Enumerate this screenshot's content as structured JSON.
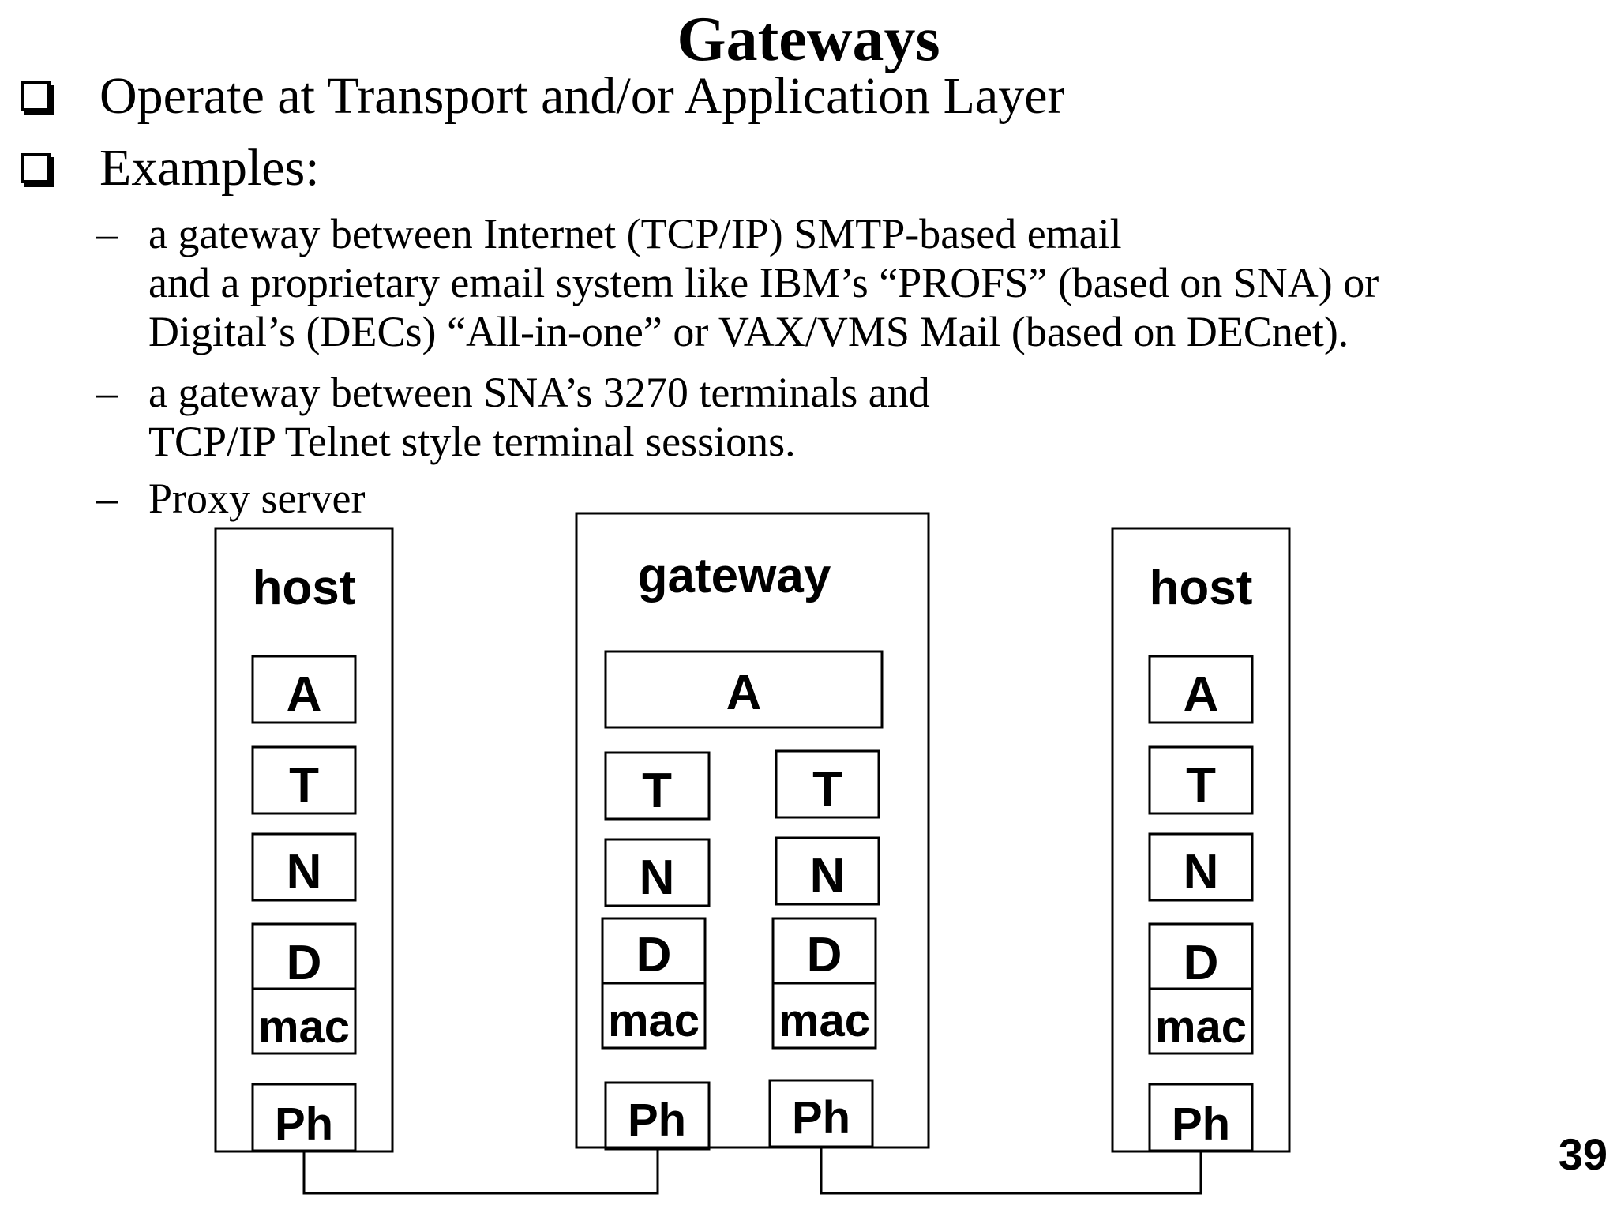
{
  "slide": {
    "title": "Gateways",
    "bullets": [
      "Operate at Transport and/or Application Layer",
      "Examples:"
    ],
    "sub_bullets": [
      {
        "dash": "–",
        "lines": [
          "a gateway between Internet (TCP/IP) SMTP-based email",
          "and a proprietary email system like IBM’s “PROFS” (based on SNA) or",
          "Digital’s (DECs) “All-in-one” or VAX/VMS Mail (based on DECnet)."
        ]
      },
      {
        "dash": "–",
        "lines": [
          "a gateway between SNA’s 3270 terminals and",
          "TCP/IP Telnet style terminal sessions."
        ]
      },
      {
        "dash": "–",
        "lines": [
          "Proxy server"
        ]
      }
    ],
    "page_number": "39"
  },
  "diagram": {
    "left_host": {
      "label": "host",
      "layers": {
        "a": "A",
        "t": "T",
        "n": "N",
        "d": "D",
        "mac": "mac",
        "ph": "Ph"
      }
    },
    "gateway": {
      "label": "gateway",
      "application": "A",
      "left_stack": {
        "t": "T",
        "n": "N",
        "d": "D",
        "mac": "mac",
        "ph": "Ph"
      },
      "right_stack": {
        "t": "T",
        "n": "N",
        "d": "D",
        "mac": "mac",
        "ph": "Ph"
      }
    },
    "right_host": {
      "label": "host",
      "layers": {
        "a": "A",
        "t": "T",
        "n": "N",
        "d": "D",
        "mac": "mac",
        "ph": "Ph"
      }
    }
  }
}
